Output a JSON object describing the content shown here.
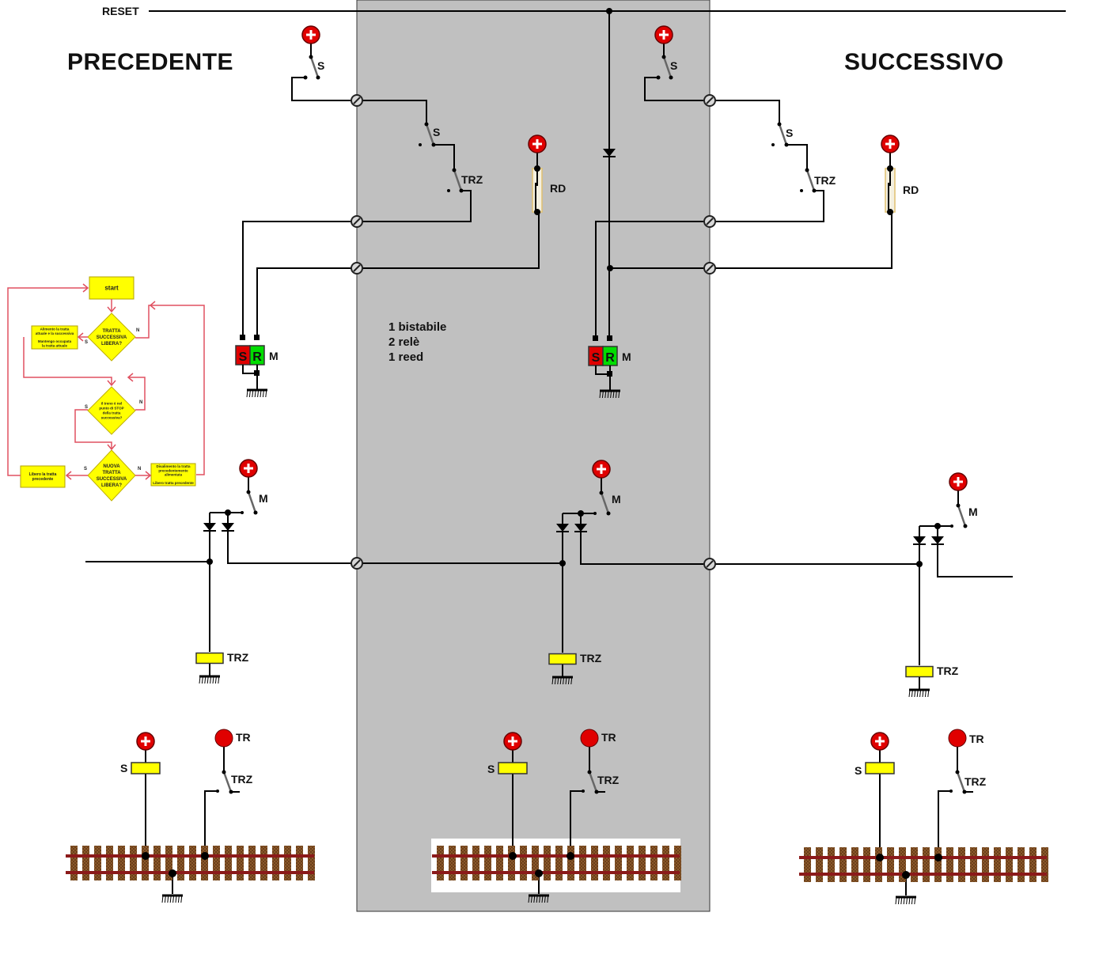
{
  "titles": {
    "left": "PRECEDENTE",
    "right": "SUCCESSIVO",
    "reset": "RESET"
  },
  "summary": {
    "line1": "1 bistabile",
    "line2": "2 relè",
    "line3": "1 reed"
  },
  "labels": {
    "switch_s": "S",
    "switch_trz": "TRZ",
    "reed": "RD",
    "bistable_set": "S",
    "bistable_reset": "R",
    "bistable_name": "M",
    "relay_m": "M",
    "relay_trz": "TRZ",
    "signal_s": "S",
    "track_power": "TR",
    "track_trz": "TRZ"
  },
  "flowchart": {
    "start": "start",
    "decision1": [
      "TRATTA",
      "SUCCESSIVA",
      "LIBERA?"
    ],
    "action1": [
      "Alimento la tratta",
      "attuale e la successiva",
      "",
      "Mantengo occupata",
      "la tratta attuale"
    ],
    "decision2": [
      "il treno è nel",
      "punto di STOP",
      "della tratta",
      "successiva?"
    ],
    "decision3": [
      "NUOVA",
      "TRATTA",
      "SUCCESSIVA",
      "LIBERA?"
    ],
    "action_yes": [
      "Libero la tratta",
      "precedente"
    ],
    "action_no": [
      "Disalimento la tratta",
      "precedentemente",
      "alimentata",
      "",
      "Libero tratta precedente"
    ],
    "yes": "S",
    "no": "N"
  },
  "colors": {
    "panel": "#c0c0c0",
    "wire": "#000000",
    "plus": "#e00000",
    "coil": "#ffff00",
    "set": "#e00000",
    "reset": "#00dd00",
    "rail": "#8b1a1a",
    "sleeper": "#8b5a2b",
    "flow_line": "#e05060",
    "flow_box": "#ffff00"
  }
}
